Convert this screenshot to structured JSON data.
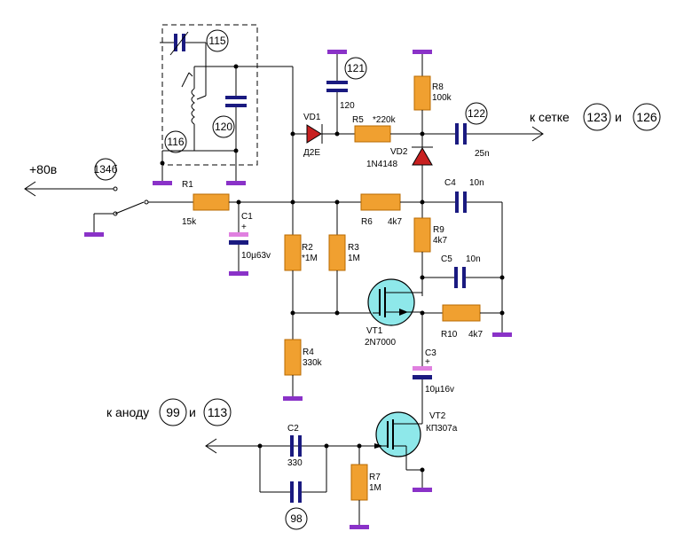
{
  "labels": {
    "c115": "115",
    "c116": "116",
    "c120": "120",
    "c121": "121",
    "c121_val": "120",
    "c122": "122",
    "c123": "123",
    "c126": "126",
    "c1346": "134б",
    "c99": "99",
    "c113": "113",
    "c98": "98",
    "vd1": "VD1",
    "vd1_type": "Д2Е",
    "vd2": "VD2",
    "vd2_type": "1N4148",
    "r5": "R5",
    "r5_val": "*220k",
    "r8": "R8",
    "r8_val": "100k",
    "r1": "R1",
    "r1_val": "15k",
    "r6": "R6",
    "r6_val": "4k7",
    "r2": "R2",
    "r2_val": "*1M",
    "r3": "R3",
    "r3_val": "1M",
    "r4": "R4",
    "r4_val": "330k",
    "r9": "R9",
    "r9_val": "4k7",
    "r10": "R10",
    "r10_val": "4k7",
    "r7": "R7",
    "r7_val": "1M",
    "c1": "C1",
    "c1_val": "10µ63v",
    "c2": "C2",
    "c2_val": "330",
    "c3": "C3",
    "c3_val": "10µ16v",
    "c4": "C4",
    "c4_val": "10n",
    "c5": "C5",
    "c5_val": "10n",
    "c25n": "25n",
    "vt1": "VT1",
    "vt1_type": "2N7000",
    "vt2": "VT2",
    "vt2_type": "КП307а",
    "plus": "+",
    "supply": "+80в",
    "to_grid": "к сетке",
    "and": "и",
    "to_anode": "к аноду"
  }
}
